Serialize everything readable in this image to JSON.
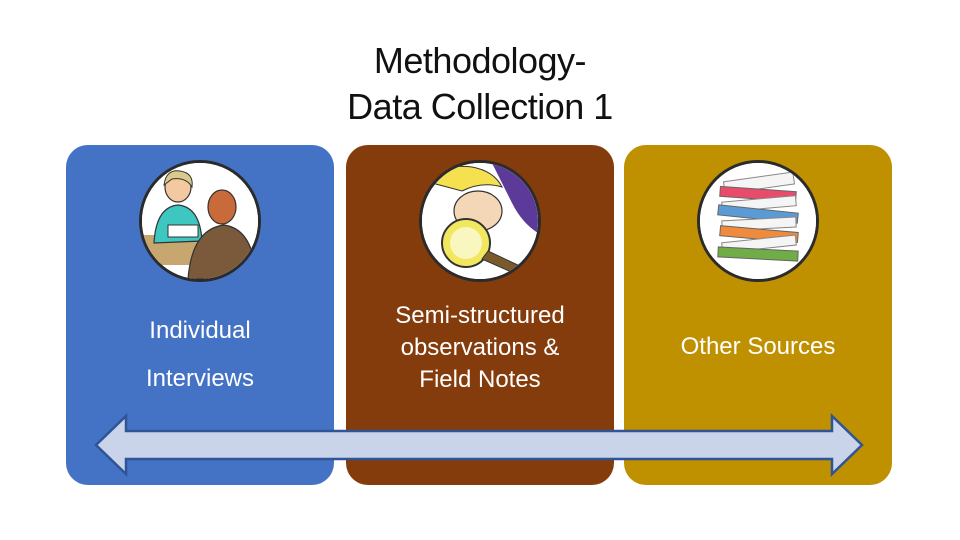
{
  "title": {
    "line1": "Methodology-",
    "line2": "Data Collection 1"
  },
  "panels": [
    {
      "label_lines": [
        "Individual",
        "Interviews"
      ],
      "color": "#4472c4",
      "icon": "interview-icon"
    },
    {
      "label_lines": [
        "Semi-structured",
        "observations &",
        "Field Notes"
      ],
      "color": "#843c0c",
      "icon": "magnifier-observation-icon"
    },
    {
      "label_lines": [
        "Other Sources"
      ],
      "color": "#bf9000",
      "icon": "document-stack-icon"
    }
  ],
  "arrow": {
    "type": "double-headed",
    "fill": "#c9d3ea",
    "stroke": "#2f5597"
  }
}
